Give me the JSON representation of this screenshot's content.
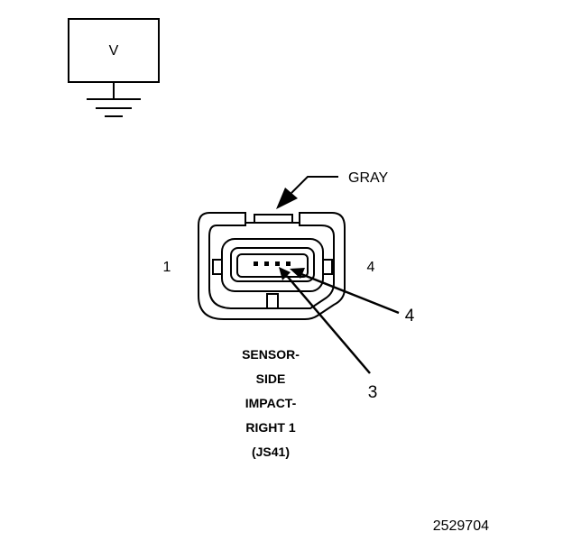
{
  "voltmeter": {
    "label": "V"
  },
  "connector": {
    "color_label": "GRAY",
    "pin_left_label": "1",
    "pin_right_label": "4",
    "callouts": [
      "4",
      "3"
    ],
    "name_lines": [
      "SENSOR-",
      "SIDE",
      "IMPACT-",
      "RIGHT 1",
      "(JS41)"
    ]
  },
  "figure_id": "2529704"
}
